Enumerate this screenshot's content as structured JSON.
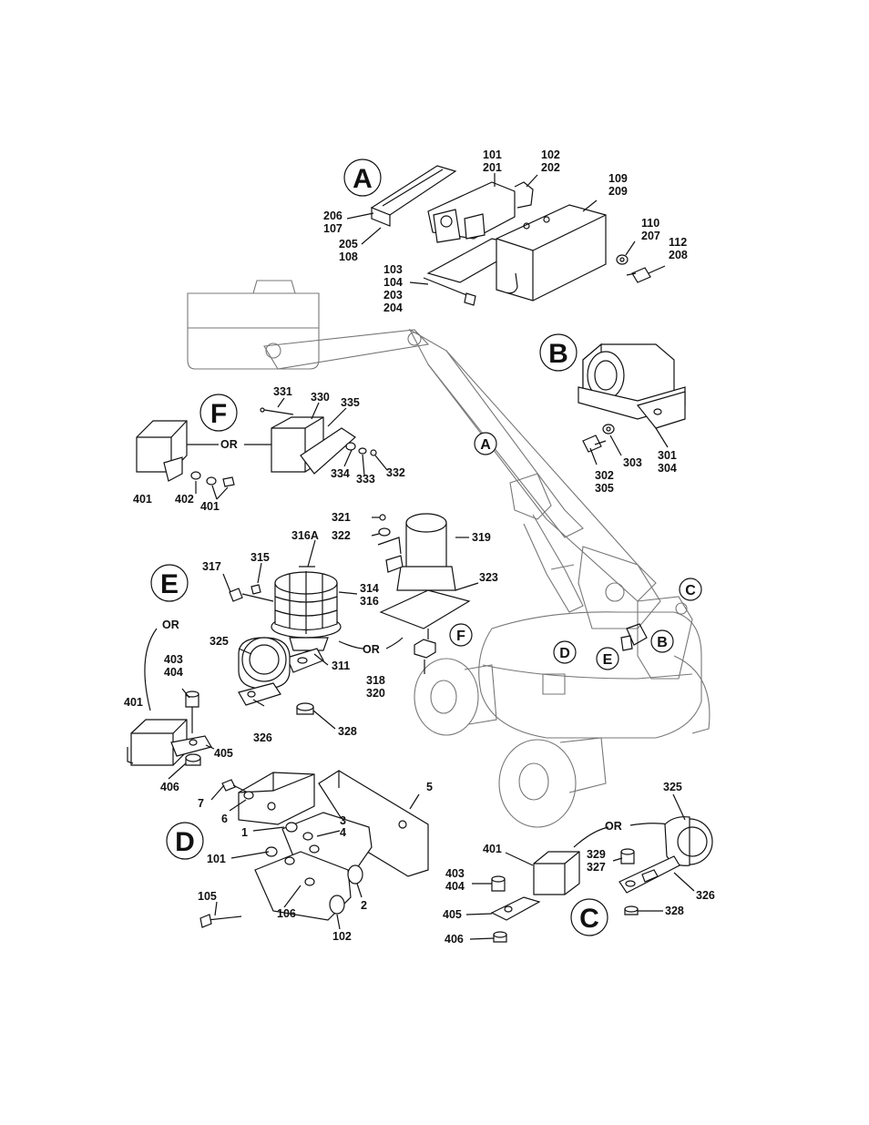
{
  "views": {
    "A": "A",
    "B": "B",
    "C": "C",
    "D": "D",
    "E": "E",
    "F": "F"
  },
  "machine_callouts": {
    "A": "A",
    "B": "B",
    "C": "C",
    "D": "D",
    "E": "E",
    "F": "F"
  },
  "or_label": "OR",
  "labels": {
    "p101_201": [
      "101",
      "201"
    ],
    "p102_202": [
      "102",
      "202"
    ],
    "p109_209": [
      "109",
      "209"
    ],
    "p206_107": [
      "206",
      "107"
    ],
    "p205_108": [
      "205",
      "108"
    ],
    "p110_207": [
      "110",
      "207"
    ],
    "p112_208": [
      "112",
      "208"
    ],
    "p103_204": [
      "103",
      "104",
      "203",
      "204"
    ],
    "p301_304": [
      "301",
      "304"
    ],
    "p303": "303",
    "p302_305": [
      "302",
      "305"
    ],
    "p331": "331",
    "p330": "330",
    "p335": "335",
    "p334": "334",
    "p333": "333",
    "p332": "332",
    "p401_f": "401",
    "p402": "402",
    "p401_f2": "401",
    "p321": "321",
    "p322": "322",
    "p319": "319",
    "p323": "323",
    "p318_320": [
      "318",
      "320"
    ],
    "p316a": "316A",
    "p315": "315",
    "p317": "317",
    "p314_316": [
      "314",
      "316"
    ],
    "p311": "311",
    "p325_e": "325",
    "p326_e": "326",
    "p328_e": "328",
    "p403_404_e": [
      "403",
      "404"
    ],
    "p401_e": "401",
    "p405_e": "405",
    "p406_e": "406",
    "p7": "7",
    "p6": "6",
    "p1": "1",
    "p3_4": [
      "3",
      "4"
    ],
    "p5": "5",
    "p101_d": "101",
    "p105": "105",
    "p106": "106",
    "p102_d": "102",
    "p2": "2",
    "p325_c": "325",
    "p401_c": "401",
    "p329_327": [
      "329",
      "327"
    ],
    "p403_404_c": [
      "403",
      "404"
    ],
    "p326_c": "326",
    "p405_c": "405",
    "p328_c": "328",
    "p406_c": "406"
  }
}
